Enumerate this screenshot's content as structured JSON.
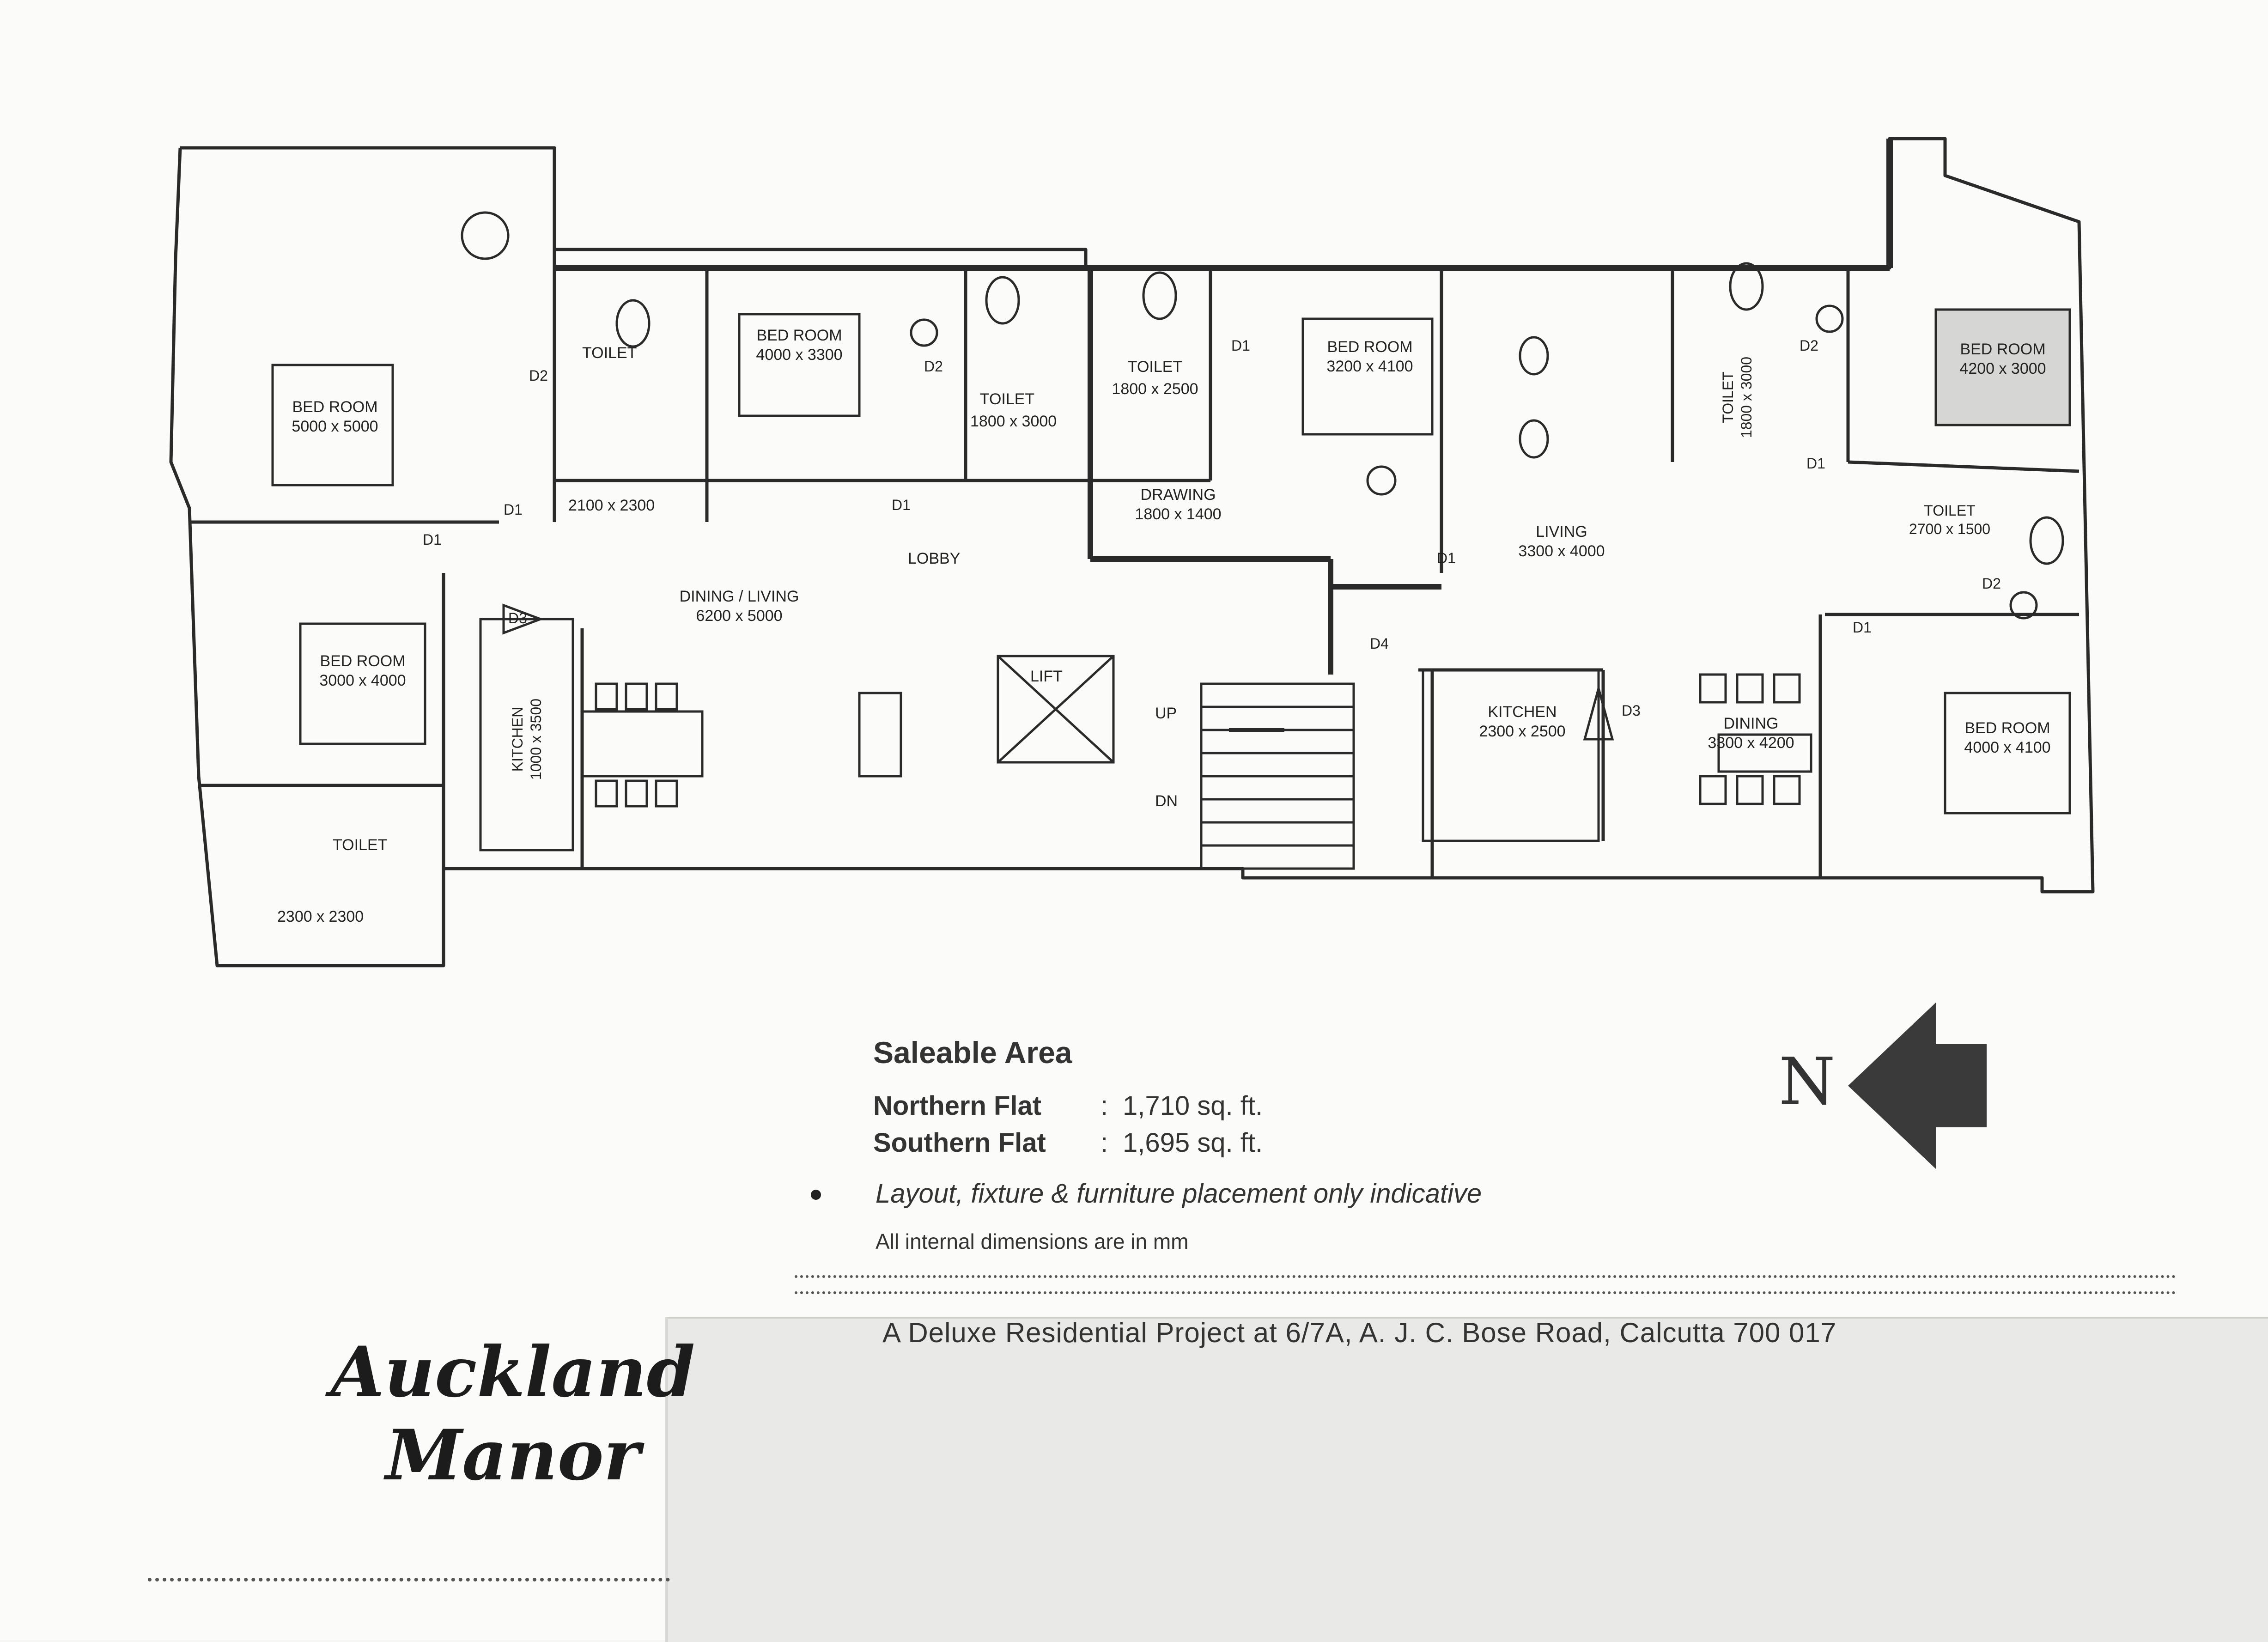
{
  "rooms": [
    {
      "id": "bedroom-nw",
      "label": "BED ROOM",
      "dims": "5000 x 5000"
    },
    {
      "id": "toilet-1",
      "label": "TOILET",
      "dims": ""
    },
    {
      "id": "bedroom-n2",
      "label": "BED ROOM",
      "dims": "4000 x 3300"
    },
    {
      "id": "toilet-2",
      "label": "TOILET",
      "dims": "1800 x 3000"
    },
    {
      "id": "toilet-3",
      "label": "TOILET",
      "dims": "1800 x 2500"
    },
    {
      "id": "bedroom-n3",
      "label": "BED ROOM",
      "dims": "3200 x 4100"
    },
    {
      "id": "toilet-4",
      "label": "TOILET",
      "dims": "1800 x 3000"
    },
    {
      "id": "bedroom-ne",
      "label": "BED ROOM",
      "dims": "4200 x 3000"
    },
    {
      "id": "passage",
      "label": "",
      "dims": "2100 x 2300"
    },
    {
      "id": "drawing",
      "label": "DRAWING",
      "dims": "1800 x 1400"
    },
    {
      "id": "lobby",
      "label": "LOBBY",
      "dims": ""
    },
    {
      "id": "dining-living",
      "label": "DINING / LIVING",
      "dims": "6200 x 5000"
    },
    {
      "id": "bedroom-sw",
      "label": "BED ROOM",
      "dims": "3000 x 4000"
    },
    {
      "id": "kitchen-1",
      "label": "KITCHEN",
      "dims": "1000 x 3500"
    },
    {
      "id": "toilet-5",
      "label": "TOILET",
      "dims": "2300 x 2300"
    },
    {
      "id": "lift",
      "label": "LIFT",
      "dims": ""
    },
    {
      "id": "living",
      "label": "LIVING",
      "dims": "3300 x 4000"
    },
    {
      "id": "kitchen-2",
      "label": "KITCHEN",
      "dims": "2300 x 2500"
    },
    {
      "id": "dining",
      "label": "DINING",
      "dims": "3300 x 4200"
    },
    {
      "id": "toilet-6",
      "label": "TOILET",
      "dims": "2700 x 1500"
    },
    {
      "id": "bedroom-se",
      "label": "BED ROOM",
      "dims": "4000 x 4100"
    }
  ],
  "stairs": {
    "up": "UP",
    "down": "DN"
  },
  "doors": [
    "D1",
    "D2",
    "D3",
    "D4"
  ],
  "saleable": {
    "title": "Saleable Area",
    "northern_label": "Northern Flat",
    "northern_value": "1,710 sq. ft.",
    "southern_label": "Southern Flat",
    "southern_value": "1,695 sq. ft.",
    "separator": ":"
  },
  "notes": {
    "layout": "Layout, fixture & furniture placement only indicative",
    "dimensions": "All internal dimensions are in mm"
  },
  "address": "A Deluxe Residential Project at  6/7A, A. J. C. Bose Road, Calcutta 700 017",
  "brand": {
    "line1": "Auckland",
    "line2": "Manor"
  },
  "north_symbol": {
    "letter": "N",
    "icon": "north-arrow-icon"
  },
  "colors": {
    "ink": "#2a2a2a",
    "paper": "#fbfbf9",
    "fold": "#e9e9e7"
  }
}
